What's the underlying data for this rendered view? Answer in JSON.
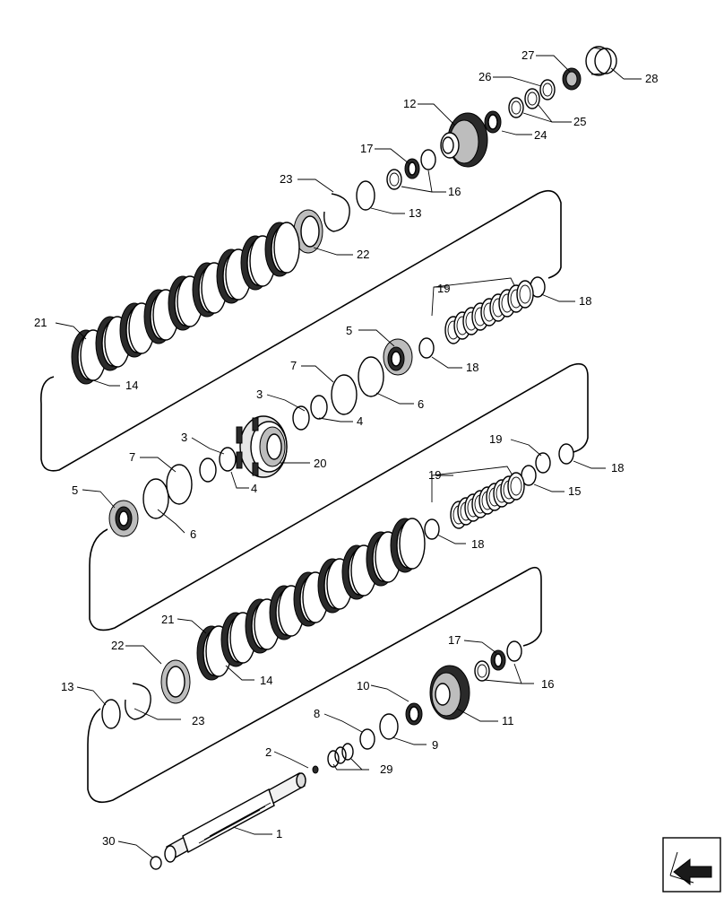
{
  "diagram": {
    "callouts": [
      {
        "num": "1"
      },
      {
        "num": "2"
      },
      {
        "num": "3"
      },
      {
        "num": "3"
      },
      {
        "num": "4"
      },
      {
        "num": "4"
      },
      {
        "num": "5"
      },
      {
        "num": "5"
      },
      {
        "num": "6"
      },
      {
        "num": "6"
      },
      {
        "num": "7"
      },
      {
        "num": "7"
      },
      {
        "num": "8"
      },
      {
        "num": "9"
      },
      {
        "num": "10"
      },
      {
        "num": "11"
      },
      {
        "num": "12"
      },
      {
        "num": "13"
      },
      {
        "num": "13"
      },
      {
        "num": "14"
      },
      {
        "num": "14"
      },
      {
        "num": "15"
      },
      {
        "num": "16"
      },
      {
        "num": "16"
      },
      {
        "num": "17"
      },
      {
        "num": "17"
      },
      {
        "num": "18"
      },
      {
        "num": "18"
      },
      {
        "num": "18"
      },
      {
        "num": "18"
      },
      {
        "num": "19"
      },
      {
        "num": "19"
      },
      {
        "num": "19"
      },
      {
        "num": "20"
      },
      {
        "num": "21"
      },
      {
        "num": "21"
      },
      {
        "num": "22"
      },
      {
        "num": "22"
      },
      {
        "num": "23"
      },
      {
        "num": "23"
      },
      {
        "num": "24"
      },
      {
        "num": "25"
      },
      {
        "num": "26"
      },
      {
        "num": "27"
      },
      {
        "num": "28"
      },
      {
        "num": "29"
      },
      {
        "num": "30"
      }
    ],
    "nav_icon": "arrow-back-icon"
  }
}
